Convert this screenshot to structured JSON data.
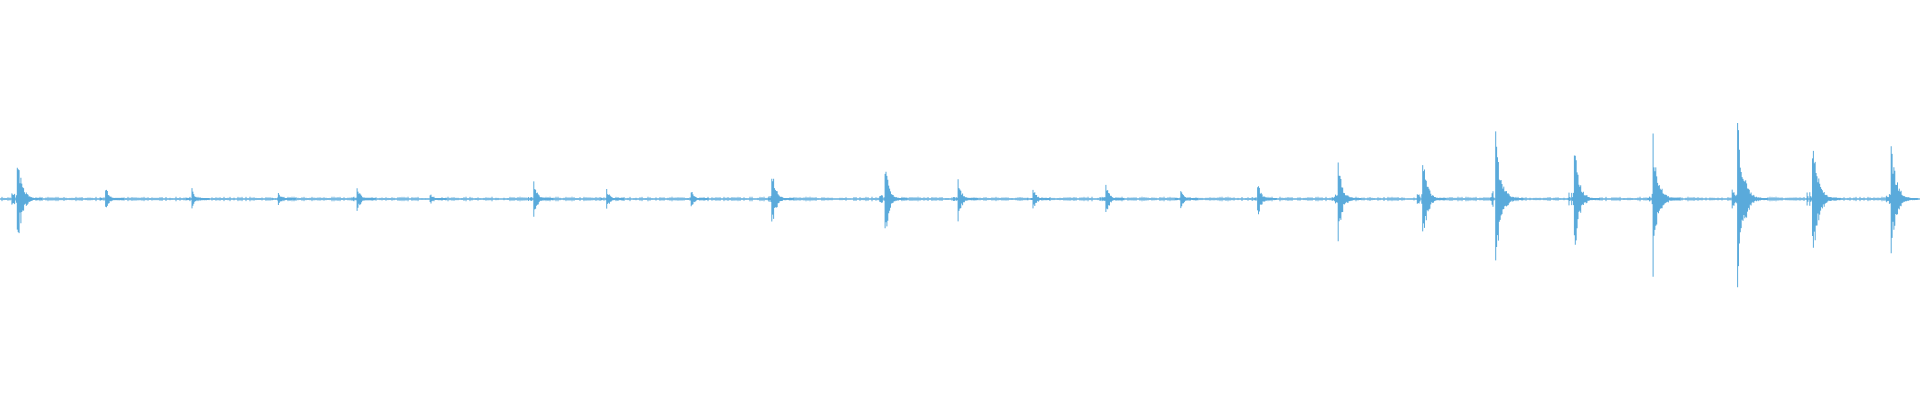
{
  "chart_data": {
    "type": "waveform",
    "title": "",
    "xlabel": "",
    "ylabel": "",
    "ylim": [
      -1,
      1
    ],
    "grid": false,
    "legend": "none",
    "series": [
      {
        "color": "#5aaadb",
        "baseline_amplitude": 0.01,
        "xlim": [
          0,
          1
        ],
        "events": [
          {
            "t": 0.009,
            "amp": 0.32
          },
          {
            "t": 0.055,
            "amp": 0.09
          },
          {
            "t": 0.1,
            "amp": 0.07
          },
          {
            "t": 0.145,
            "amp": 0.05
          },
          {
            "t": 0.186,
            "amp": 0.09
          },
          {
            "t": 0.224,
            "amp": 0.04
          },
          {
            "t": 0.278,
            "amp": 0.12
          },
          {
            "t": 0.316,
            "amp": 0.07
          },
          {
            "t": 0.36,
            "amp": 0.06
          },
          {
            "t": 0.402,
            "amp": 0.22
          },
          {
            "t": 0.461,
            "amp": 0.24
          },
          {
            "t": 0.499,
            "amp": 0.13
          },
          {
            "t": 0.538,
            "amp": 0.08
          },
          {
            "t": 0.576,
            "amp": 0.11
          },
          {
            "t": 0.615,
            "amp": 0.07
          },
          {
            "t": 0.655,
            "amp": 0.12
          },
          {
            "t": 0.697,
            "amp": 0.25
          },
          {
            "t": 0.741,
            "amp": 0.29
          },
          {
            "t": 0.779,
            "amp": 0.44
          },
          {
            "t": 0.82,
            "amp": 0.36
          },
          {
            "t": 0.861,
            "amp": 0.42
          },
          {
            "t": 0.905,
            "amp": 0.52
          },
          {
            "t": 0.944,
            "amp": 0.46
          },
          {
            "t": 0.985,
            "amp": 0.4
          }
        ]
      }
    ]
  }
}
